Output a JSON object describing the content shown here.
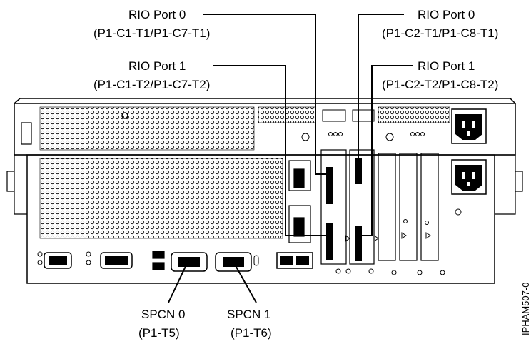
{
  "callouts": {
    "rio_port0_left": {
      "name": "RIO Port 0",
      "location": "(P1-C1-T1/P1-C7-T1)"
    },
    "rio_port1_left": {
      "name": "RIO Port 1",
      "location": "(P1-C1-T2/P1-C7-T2)"
    },
    "rio_port0_right": {
      "name": "RIO Port 0",
      "location": "(P1-C2-T1/P1-C8-T1)"
    },
    "rio_port1_right": {
      "name": "RIO Port 1",
      "location": "(P1-C2-T2/P1-C8-T2)"
    },
    "spcn0": {
      "name": "SPCN 0",
      "location": "(P1-T5)"
    },
    "spcn1": {
      "name": "SPCN 1",
      "location": "(P1-T6)"
    }
  },
  "figure_id": "IPHAM507-0"
}
